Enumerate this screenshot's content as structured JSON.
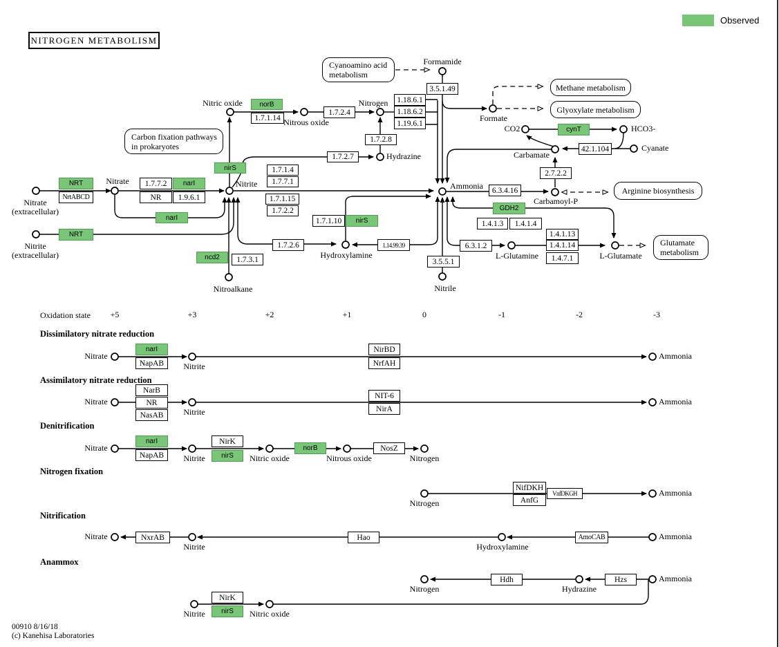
{
  "title": "NITROGEN METABOLISM",
  "legend": {
    "label": "Observed",
    "green": "#79c679"
  },
  "c": {
    "nitrate": "Nitrate",
    "nitrite": "Nitrite",
    "nitric_oxide": "Nitric oxide",
    "nitrous_oxide": "Nitrous oxide",
    "nitrogen": "Nitrogen",
    "ammonia": "Ammonia",
    "extracellular": "(extracellular)",
    "formamide": "Formamide",
    "formate": "Formate",
    "co2": "CO2",
    "hco3": "HCO3-",
    "cyanate": "Cyanate",
    "carbamate": "Carbamate",
    "carbamoyl_p": "Carbamoyl-P",
    "hydrazine": "Hydrazine",
    "hydroxylamine": "Hydroxylamine",
    "nitroalkane": "Nitroalkane",
    "nitrile": "Nitrile",
    "l_glutamine": "L-Glutamine",
    "l_glutamate": "L-Glutamate"
  },
  "e": {
    "e35149": "3.5.1.49",
    "e11861": "1.18.6.1",
    "e11862": "1.18.6.2",
    "e11961": "1.19.6.1",
    "e1724": "1.7.2.4",
    "e17114": "1.7.1.14",
    "e1728": "1.7.2.8",
    "e1727": "1.7.2.7",
    "e1772": "1.7.7.2",
    "nr": "NR",
    "e1961": "1.9.6.1",
    "nrtabcd": "NrtABCD",
    "e1714": "1.7.1.4",
    "e1771": "1.7.7.1",
    "e17115": "1.7.1.15",
    "e1722": "1.7.2.2",
    "e17110": "1.7.1.10",
    "e1149939": "1.14.99.39",
    "e1726": "1.7.2.6",
    "e1731": "1.7.3.1",
    "e3551": "3.5.5.1",
    "e63416": "6.3.4.16",
    "e2722": "2.7.2.2",
    "e421104": "42.1.104",
    "e6312": "6.3.1.2",
    "e1413": "1.4.1.3",
    "e1414": "1.4.1.4",
    "e14113": "1.4.1.13",
    "e14114": "1.4.1.14",
    "e1471": "1.4.7.1",
    "napab": "NapAB",
    "nirbd": "NirBD",
    "nrfah": "NrfAH",
    "narb": "NarB",
    "nasab": "NasAB",
    "nit6": "NIT-6",
    "nira": "NirA",
    "nirk": "NirK",
    "nosz": "NosZ",
    "nifdkh": "NifDKH",
    "anfg": "AnfG",
    "vnfdkgh": "VnfDKGH",
    "nxrab": "NxrAB",
    "hao": "Hao",
    "amocab": "AmoCAB",
    "hdh": "Hdh",
    "hzs": "Hzs"
  },
  "g": {
    "nrt": "NRT",
    "nari": "narI",
    "nirs": "nirS",
    "norb": "norB",
    "ncd2": "ncd2",
    "cynt": "cynT",
    "gdh2": "GDH2"
  },
  "links": {
    "cyanoamino1": "Cyanoamino acid",
    "cyanoamino2": "metabolism",
    "carbonfix1": "Carbon fixation pathways",
    "carbonfix2": "in prokaryotes",
    "methane": "Methane metabolism",
    "glyoxylate": "Glyoxylate metabolism",
    "arginine": "Arginine biosynthesis",
    "glutamate1": "Glutamate",
    "glutamate2": "metabolism"
  },
  "oxidation": {
    "label": "Oxidation state",
    "ticks": [
      "+5",
      "+3",
      "+2",
      "+1",
      "0",
      "-1",
      "-2",
      "-3"
    ]
  },
  "sections": {
    "s1": "Dissimilatory nitrate reduction",
    "s2": "Assimilatory nitrate reduction",
    "s3": "Denitrification",
    "s4": "Nitrogen fixation",
    "s5": "Nitrification",
    "s6": "Anammox"
  },
  "footer": {
    "line1": "00910 8/16/18",
    "line2": "(c) Kanehisa Laboratories"
  }
}
